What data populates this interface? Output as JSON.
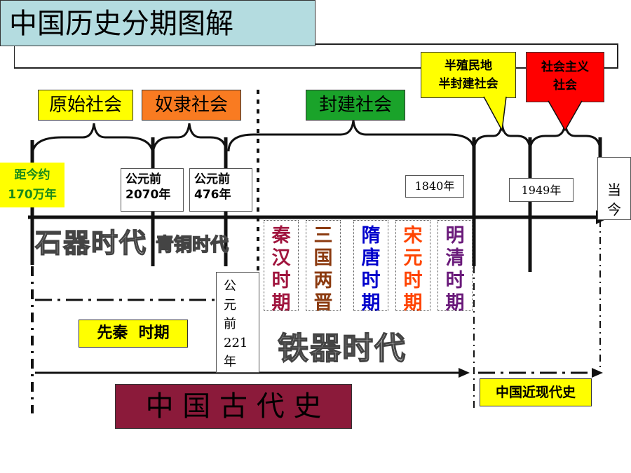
{
  "title": "中国历史分期图解",
  "eras": {
    "primitive": "原始社会",
    "slave": "奴隶社会",
    "feudal": "封建社会",
    "semi_colonial": "半殖民地\n半封建社会",
    "socialist": "社会主义\n社会"
  },
  "dates": {
    "start": "距今约\n170万年",
    "bc2070": "公元前\n2070年",
    "bc476": "公元前\n476年",
    "bc221": "公\n元\n前\n221\n年",
    "y1840": "1840年",
    "y1949": "1949年",
    "now": "当\n今"
  },
  "ages": {
    "stone": "石器时代",
    "bronze": "青铜时代",
    "iron": "铁器时代"
  },
  "dynasties": [
    {
      "label": "秦\n汉\n时\n期",
      "color": "#a0153e"
    },
    {
      "label": "三\n国\n两\n晋",
      "color": "#8b3a0f"
    },
    {
      "label": "隋\n唐\n时\n期",
      "color": "#0000cc"
    },
    {
      "label": "宋\n元\n时\n期",
      "color": "#ff4400"
    },
    {
      "label": "明\n清\n时\n期",
      "color": "#6a1a7a"
    }
  ],
  "periods": {
    "pre_qin": "先秦  时期",
    "ancient": "中 国 古 代 史",
    "modern": "中国近现代史"
  },
  "colors": {
    "title_bg": "#b4dce0",
    "yellow": "#ffff00",
    "orange": "#f97b21",
    "green": "#1aa32a",
    "red": "#ff0000",
    "maroon": "#8b1a3a"
  }
}
